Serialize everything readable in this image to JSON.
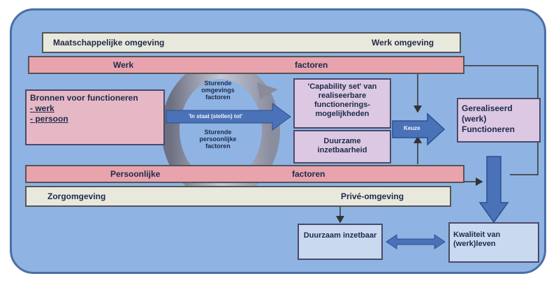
{
  "diagram": {
    "maatschappelijke_omgeving": "Maatschappelijke omgeving",
    "werk_omgeving": "Werk omgeving",
    "werk": "Werk",
    "factoren_top": "factoren",
    "bronnen_title": "Bronnen voor functioneren",
    "bronnen_item_werk": "- werk",
    "bronnen_item_persoon": "- persoon",
    "cycle_top": "Sturende omgevings factoren",
    "cycle_arrow": "'In staat (stellen) tot'",
    "cycle_bottom": "Sturende persoonlijke factoren",
    "capability": "'Capability set' van realiseerbare functionerings-mogelijkheden",
    "duurzame": "Duurzame inzetbaarheid",
    "keuze": "Keuze",
    "gerealiseerd": "Gerealiseerd (werk) Functioneren",
    "persoonlijke": "Persoonlijke",
    "factoren_bottom": "factoren",
    "zorgomgeving": "Zorgomgeving",
    "prive_omgeving": "Privé-omgeving",
    "duurzaam_inzetbaar": "Duurzaam inzetbaar",
    "kwaliteit": "Kwaliteit van (werk)leven"
  },
  "colors": {
    "frame": "#8fb4e3",
    "bar_gray": "#e9e8dc",
    "bar_pink": "#e8a3ad",
    "arrow_blue": "#4a72b8"
  }
}
